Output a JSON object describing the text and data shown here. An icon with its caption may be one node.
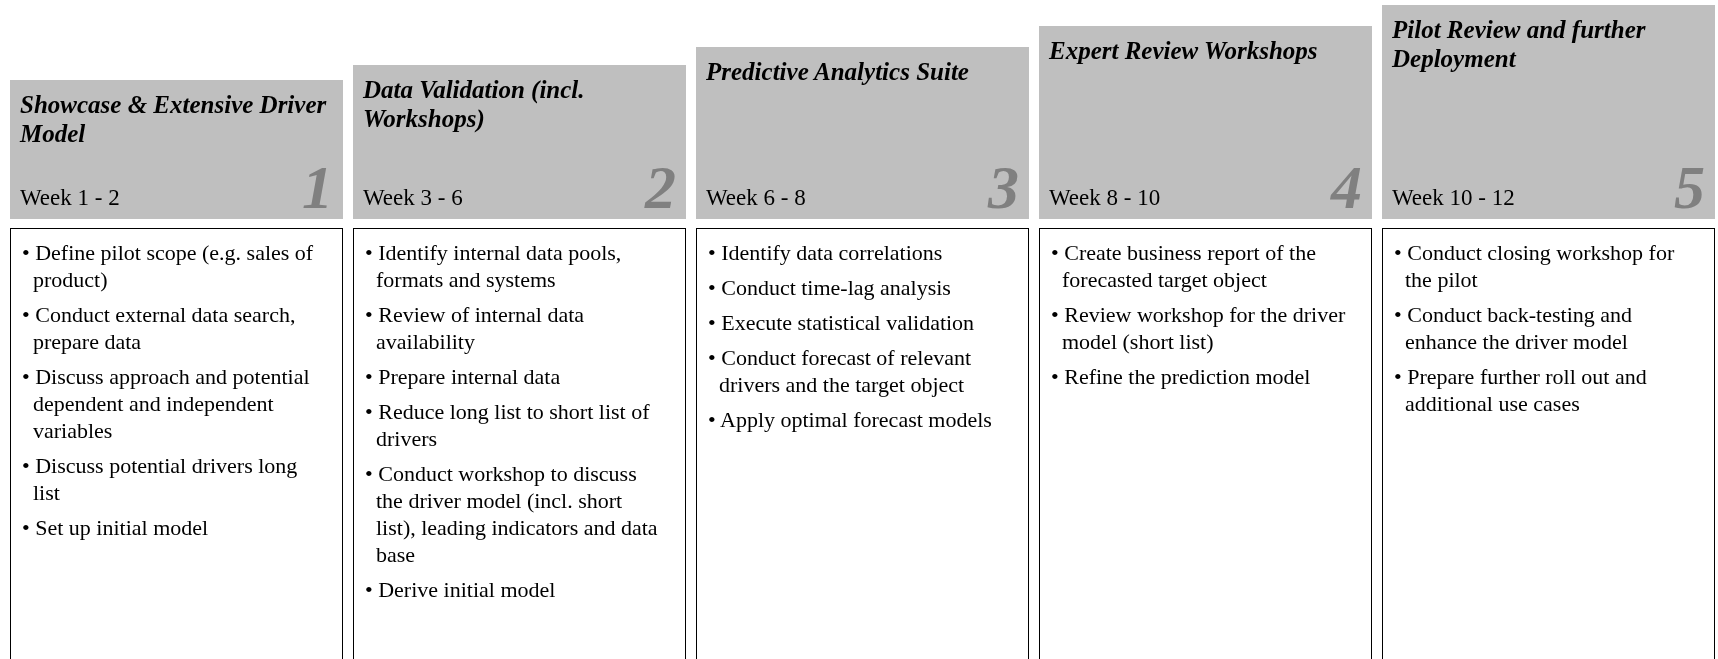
{
  "diagram": {
    "nodes": [
      {
        "text": [
          "Showcase & Extensive Driver Model",
          "Week 1 - 2",
          "1"
        ]
      },
      {
        "text": [
          "• Define pilot scope (e.g. sales of product)",
          "• Conduct external data search, prepare data",
          "• Discuss approach and potential dependent and independent variables",
          "• Discuss potential drivers long list",
          "• Set up initial model"
        ]
      },
      {
        "text": [
          "Data Validation (incl. Workshops)",
          "Week 3 - 6",
          "2"
        ]
      },
      {
        "text": [
          "• Identify internal data pools, formats and systems",
          "• Review of internal data availability",
          "• Prepare internal data",
          "• Reduce long list to short list of drivers",
          "• Conduct workshop to discuss the driver model (incl. short list), leading indicators and data base",
          "• Derive initial model"
        ]
      },
      {
        "text": [
          "Predictive Analytics Suite",
          "Week 6 - 8",
          "3"
        ]
      },
      {
        "text": [
          "• Identify data correlations",
          "• Conduct time-lag analysis",
          "• Execute statistical validation",
          "• Conduct forecast of relevant drivers and the target object",
          "• Apply optimal forecast models"
        ]
      },
      {
        "text": [
          "Expert Review Workshops",
          "Week 8 - 10",
          "4"
        ]
      },
      {
        "text": [
          "• Create business report of the forecasted target object",
          "• Review workshop for the driver model (short list)",
          "• Refine the prediction model"
        ]
      },
      {
        "text": [
          "Pilot Review and further Deployment",
          "Week 10 - 12",
          "5"
        ]
      },
      {
        "text": [
          "• Conduct closing workshop for the pilot",
          "• Conduct back-testing and enhance the driver model",
          "• Prepare further roll out and additional use cases"
        ]
      }
    ],
    "edges": []
  }
}
